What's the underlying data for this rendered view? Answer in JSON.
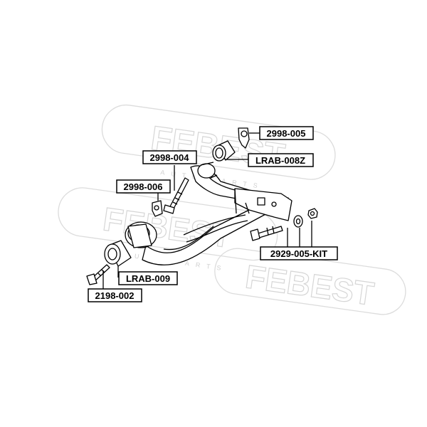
{
  "watermark": {
    "brand": "FEBEST",
    "subtitle": "AUTO PARTS"
  },
  "labels": {
    "l2998_005": "2998-005",
    "lLRAB_008Z": "LRAB-008Z",
    "l2998_004": "2998-004",
    "l2998_006": "2998-006",
    "l2929_005_KIT": "2929-005-KIT",
    "lLRAB_009": "LRAB-009",
    "l2198_002": "2198-002"
  }
}
